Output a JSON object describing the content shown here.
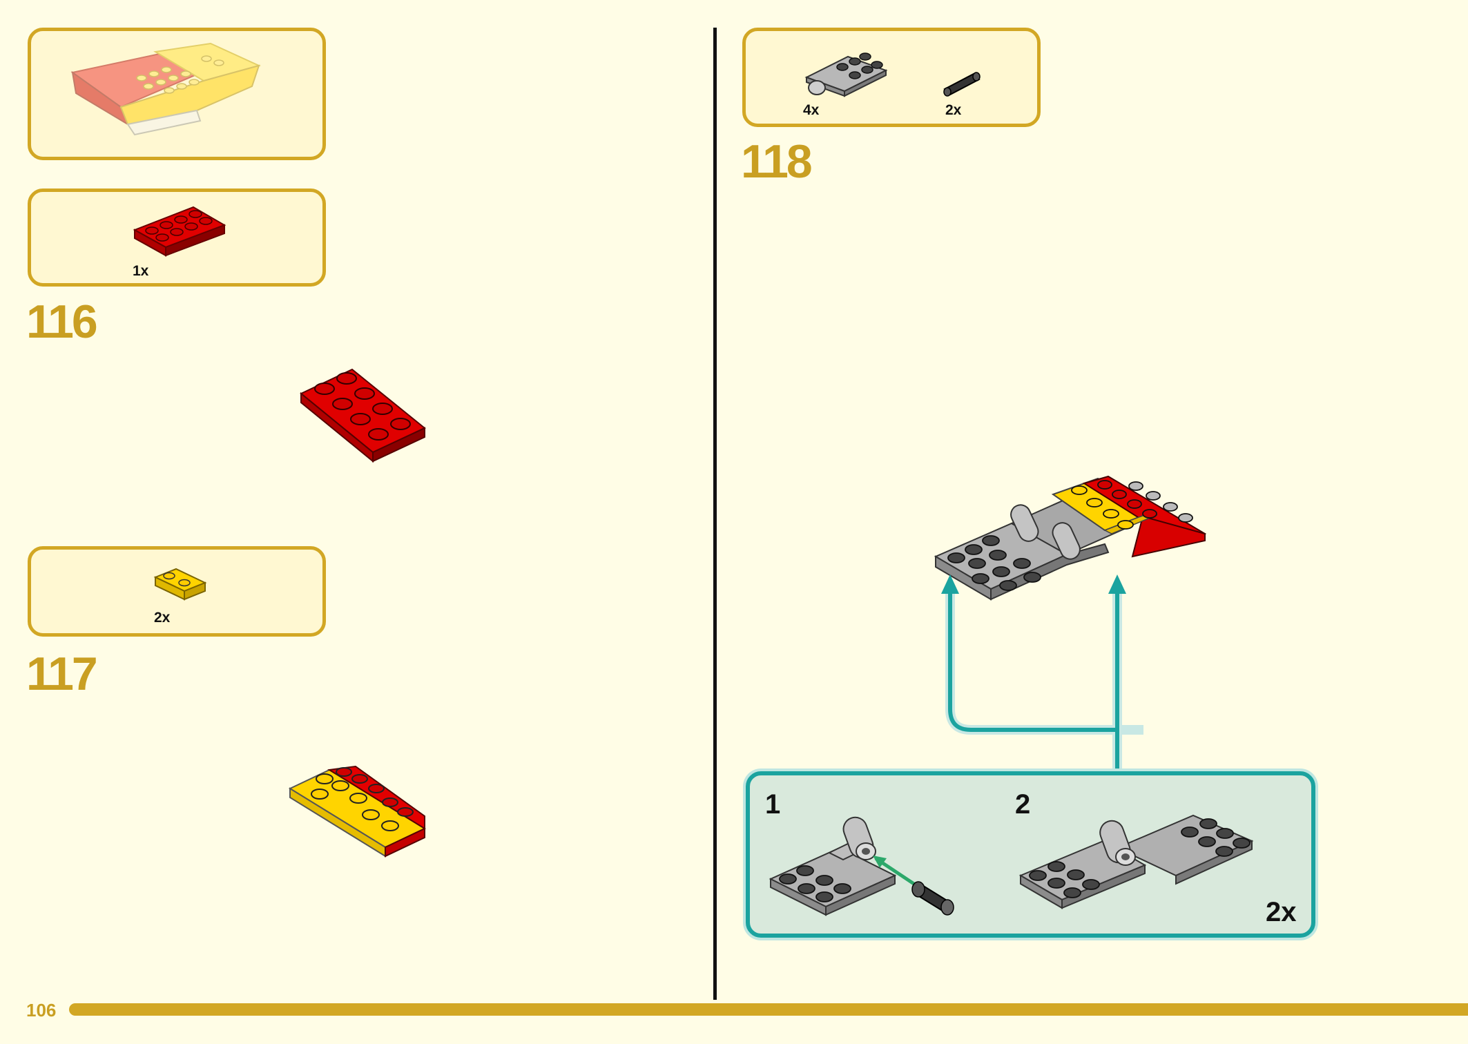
{
  "page_number": "106",
  "steps": [
    {
      "number": "116",
      "parts": [
        {
          "qty": "1x",
          "part": "red-plate-2x4"
        }
      ]
    },
    {
      "number": "117",
      "parts": [
        {
          "qty": "2x",
          "part": "yellow-plate-1x2-rail"
        }
      ]
    },
    {
      "number": "118",
      "parts": [
        {
          "qty": "4x",
          "part": "grey-hinge-plate"
        },
        {
          "qty": "2x",
          "part": "black-pin"
        }
      ]
    }
  ],
  "substeps": [
    {
      "number": "1"
    },
    {
      "number": "2"
    }
  ],
  "substep_multiplier": "2x",
  "colors": {
    "background": "#fffde6",
    "box_fill": "#fff8d2",
    "box_border": "#d2a724",
    "step_number": "#c99f22",
    "substep_border": "#1ba39f",
    "substep_fill": "#d9e9dc",
    "brick_red": "#d40000",
    "brick_yellow": "#ffd700",
    "brick_grey": "#b4b4b4",
    "pin_arrow": "#2ca86a"
  }
}
